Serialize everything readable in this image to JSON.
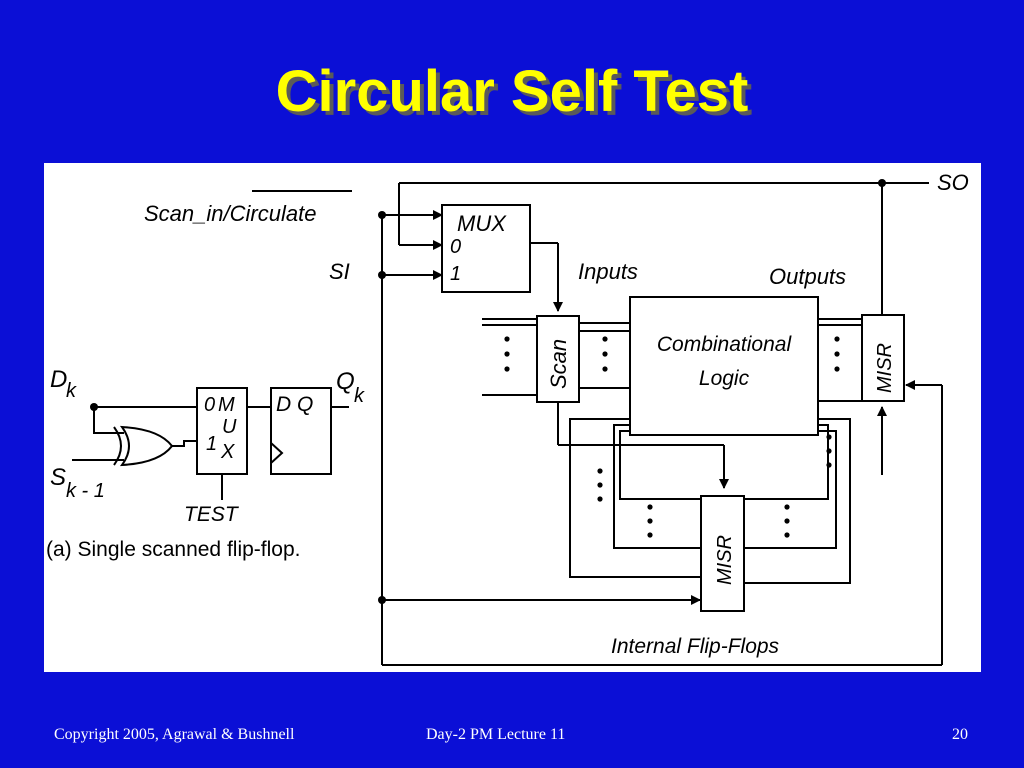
{
  "title": "Circular Self Test",
  "diagram": {
    "so": "SO",
    "scan_in_circulate": "Scan_in/Circulate",
    "si": "SI",
    "mux": "MUX",
    "mux_in0": "0",
    "mux_in1": "1",
    "inputs": "Inputs",
    "outputs": "Outputs",
    "scan": "Scan",
    "comb_line1": "Combinational",
    "comb_line2": "Logic",
    "misr_right": "MISR",
    "misr_bottom": "MISR",
    "internal_ff": "Internal Flip-Flops",
    "dk_main": "D",
    "dk_sub": "k",
    "qk_main": "Q",
    "qk_sub": "k",
    "sk_main": "S",
    "sk_sub": "k - 1",
    "ffmux_0": "0",
    "ffmux_m": "M",
    "ffmux_u": "U",
    "ffmux_1": "1",
    "ffmux_x": "X",
    "dff_label": "D Q",
    "test": "TEST",
    "caption": "(a) Single scanned flip-flop."
  },
  "footer": {
    "copyright": "Copyright 2005, Agrawal & Bushnell",
    "lecture": "Day-2 PM Lecture 11",
    "page": "20"
  }
}
